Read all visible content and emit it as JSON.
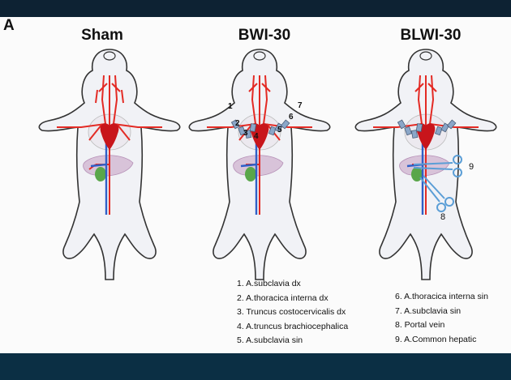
{
  "panel_label": "A",
  "columns": [
    {
      "title": "Sham"
    },
    {
      "title": "BWI-30"
    },
    {
      "title": "BLWI-30"
    }
  ],
  "callouts": [
    "1",
    "2",
    "3",
    "4",
    "5",
    "6",
    "7"
  ],
  "clamp_labels": [
    "9",
    "8"
  ],
  "legend_left": [
    "1.  A.subclavia dx",
    "2.  A.thoracica interna dx",
    "3.  Truncus costocervicalis dx",
    "4.  A.truncus brachiocephalica",
    "5.  A.subclavia sin"
  ],
  "legend_right": [
    "6.  A.thoracica interna sin",
    "7.  A.subclavia sin",
    "8.  Portal vein",
    "9.  A.Common hepatic"
  ],
  "colors": {
    "artery": "#e32a24",
    "vein": "#2e5fc7",
    "liver": "#d8c3d9",
    "gut": "#5aa64a",
    "clamp": "#5b9ed6",
    "heart": "#c8151b",
    "outline": "#333333",
    "body": "#f1f2f6"
  }
}
